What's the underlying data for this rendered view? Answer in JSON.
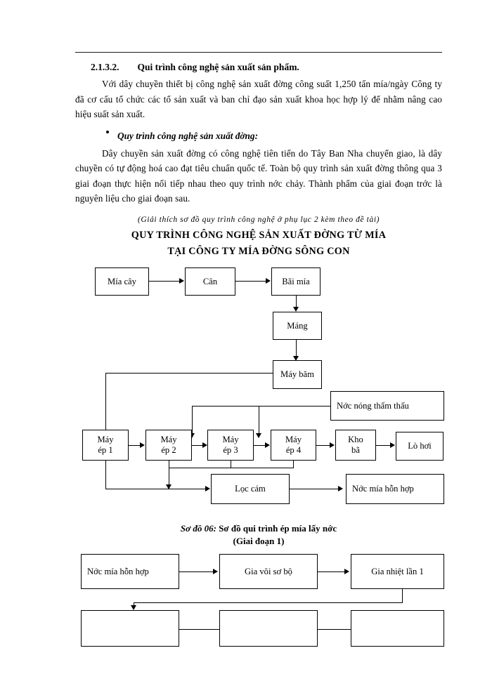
{
  "document": {
    "section_number": "2.1.3.2.",
    "section_title": "Qui trình công nghệ sản xuất sản phẩm.",
    "paragraph_1": "Với dây chuyền thiết bị công nghệ sản xuất đờng   công suất 1,250 tấn mía/ngày Công ty đã cơ cấu tổ chức các tổ sản xuất và ban chỉ đạo sản xuất khoa học hợp lý để nhằm nâng cao hiệu suất sản xuất.",
    "bullet_heading": "Quy trình công nghệ sản xuất đờng:",
    "paragraph_2": "Dây chuyền sản xuất đờng   có công nghệ tiên tiến do Tây Ban Nha chuyển giao, là dây chuyền có tự động hoá cao đạt tiêu chuẩn quốc tế. Toàn bộ quy trình sản xuất đờng   thông qua 3 giai đoạn thực hiện nối tiếp nhau theo quy trình nớc chảy. Thành phẩm của giai đoạn trớc   là nguyên liệu cho giai đoạn sau.",
    "note": "(Giải thích sơ đồ quy trình công nghệ ở phụ lục 2 kèm theo đề tài)",
    "chart_title_line1": "QUY TRÌNH CÔNG NGHỆ SẢN XUẤT ĐỜNG    TỪ MÍA",
    "chart_title_line2": "TẠI CÔNG TY MÍA ĐỜNG    SÔNG CON"
  },
  "diagram_1": {
    "boxes": [
      {
        "id": "mia-cay",
        "label": "Mía cây"
      },
      {
        "id": "can",
        "label": "Cân"
      },
      {
        "id": "bai-mia",
        "label": "Bãi mía"
      },
      {
        "id": "mang",
        "label": "Máng"
      },
      {
        "id": "may-bam",
        "label": "Máy băm"
      },
      {
        "id": "nuoc-nong",
        "label": "Nớc   nóng thẩm thấu"
      },
      {
        "id": "may-ep-1",
        "label": "Máy\nép 1"
      },
      {
        "id": "may-ep-2",
        "label": "Máy\nép 2"
      },
      {
        "id": "may-ep-3",
        "label": "Máy\nép 3"
      },
      {
        "id": "may-ep-4",
        "label": "Máy\nép 4"
      },
      {
        "id": "kho-ba",
        "label": "Kho\nbã"
      },
      {
        "id": "lo-hoi",
        "label": "Lò hơi"
      },
      {
        "id": "loc-cam",
        "label": "Lọc cám"
      },
      {
        "id": "nuoc-mia",
        "label": "Nớc   mía hỗn hợp"
      }
    ],
    "labels": {
      "mia_cay": "Mía cây",
      "can": "Cân",
      "bai_mia": "Bãi mía",
      "mang": "Máng",
      "may_bam": "Máy băm",
      "nuoc_nong": "Nớc   nóng thẩm thấu",
      "may_ep_1_a": "Máy",
      "may_ep_1_b": "ép 1",
      "may_ep_2_a": "Máy",
      "may_ep_2_b": "ép 2",
      "may_ep_3_a": "Máy",
      "may_ep_3_b": "ép 3",
      "may_ep_4_a": "Máy",
      "may_ep_4_b": "ép 4",
      "kho_ba_a": "Kho",
      "kho_ba_b": "bã",
      "lo_hoi": "Lò hơi",
      "loc_cam": "Lọc cám",
      "nuoc_mia": "Nớc   mía hỗn hợp"
    }
  },
  "caption": {
    "prefix": "Sơ đồ 06:",
    "text": " Sơ đồ qui trình ép mía lấy nớc",
    "line2": "(Giai đoạn 1)"
  },
  "diagram_2": {
    "labels": {
      "nuoc_mia": "Nớc   mía hỗn hợp",
      "gia_voi": "Gia vôi sơ bộ",
      "gia_nhiet": "Gia nhiệt lần 1",
      "empty_1": "",
      "empty_2": "",
      "empty_3": ""
    }
  }
}
